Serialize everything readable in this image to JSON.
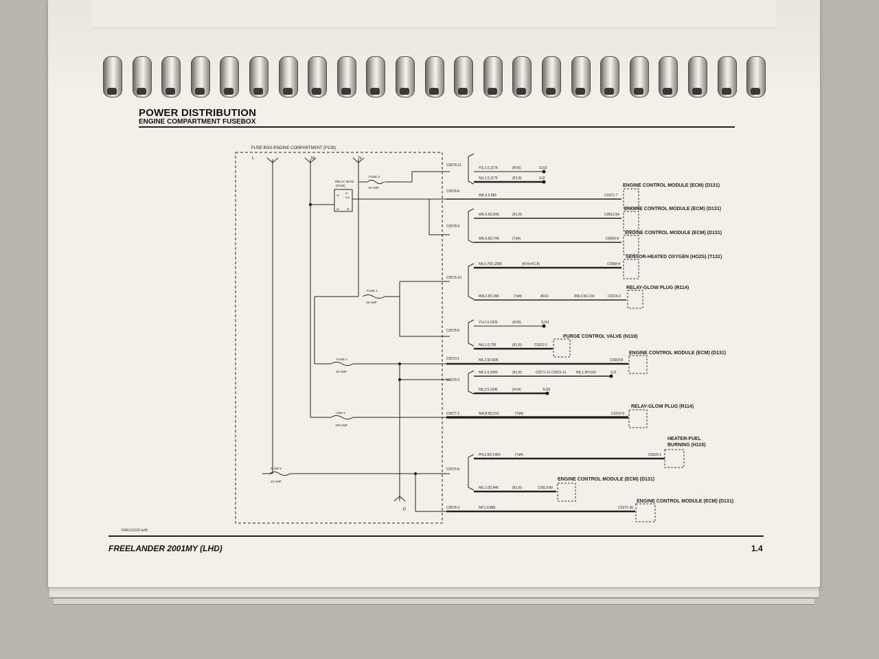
{
  "document": {
    "title": "POWER DISTRIBUTION",
    "subtitle": "ENGINE COMPARTMENT FUSEBOX",
    "footer_left": "FREELANDER 2001MY (LHD)",
    "footer_right": "1.4",
    "doc_ref": "VWR111530-4of5"
  },
  "fusebox": {
    "label": "FUSE BOX-ENGINE COMPARTMENT (P108)",
    "terminals": [
      "L",
      "M",
      "N",
      "P"
    ],
    "relay_name": "RELAY MAIN",
    "relay_id": "(R100)",
    "relay_pins": [
      "30",
      "87",
      "87A",
      "86",
      "85"
    ],
    "fuses": [
      {
        "name": "FUSE 3",
        "rating": "15 AMP"
      },
      {
        "name": "FUSE 1",
        "rating": "15 AMP"
      },
      {
        "name": "FUSE 2",
        "rating": "20 AMP"
      },
      {
        "name": "LINK 6",
        "rating": "100 AMP"
      },
      {
        "name": "FUSE 5",
        "rating": "20 AMP"
      }
    ]
  },
  "connectors": [
    "C0578-11",
    "C0578-8",
    "C0578-9",
    "C0576-10",
    "C0578-5",
    "C0570-1",
    "C0578-2",
    "C0577-1",
    "C0576-6",
    "C0578-3"
  ],
  "wires": [
    {
      "spec": "YG,1.5,1175",
      "variant": "(KV6)",
      "dest": "SJ13"
    },
    {
      "spec": "NU,1.5,1175",
      "variant": "(K1.8)",
      "dest": "SJ2"
    },
    {
      "spec": "WK,0.5,885",
      "variant": "",
      "dest": "C0371-7"
    },
    {
      "spec": "WK,0.5D,845",
      "variant": "(K1.8)",
      "dest": "C0913-54"
    },
    {
      "spec": "WK,0.5D,745",
      "variant": "(Td4)",
      "dest": "C0603-9"
    },
    {
      "spec": "NK,0.75D,2955",
      "variant": "(KV6+K1.8)",
      "dest": "C0908-4"
    },
    {
      "spec": "RW,2.5D,395",
      "variant": "(Td4)",
      "dest": "C0215-2",
      "mid": "A610",
      "spec2": "RW,2.5D,150"
    },
    {
      "spec": "YU,1.0,1625",
      "variant": "(KV6)",
      "dest": "SJ14"
    },
    {
      "spec": "NU,1.0,735",
      "variant": "(K1.8)",
      "dest": "C0152-1"
    },
    {
      "spec": "NK,2.5D,835",
      "variant": "",
      "dest": "C0603-8"
    },
    {
      "spec": "NK,1.5,1065",
      "variant": "(K1.8)",
      "dest": "SJ1",
      "mid": "C0171-11 C0521-11",
      "spec2": "NK,1.0H,100"
    },
    {
      "spec": "NK,2.5,1045",
      "variant": "(KV6)",
      "dest": "SJ15"
    },
    {
      "spec": "NW,8.0D,515",
      "variant": "(Td4)",
      "dest": "C0215-5"
    },
    {
      "spec": "PN,1.5D,1460",
      "variant": "(Td4)",
      "dest": "C0926-1"
    },
    {
      "spec": "NG,1.0D,845",
      "variant": "(K1.8)",
      "dest": "C0913-80"
    },
    {
      "spec": "NP,1.0,885",
      "variant": "",
      "dest": "C0371-30"
    }
  ],
  "components": [
    "ENGINE CONTROL MODULE (ECM) (D131)",
    "ENGINE CONTROL MODULE (ECM) (D131)",
    "ENGINE CONTROL MODULE (ECM) (D131)",
    "SENSOR-HEATED OXYGEN (HO2S) (T131)",
    "RELAY-GLOW PLUG (R114)",
    "PURGE CONTROL VALVE (N119)",
    "ENGINE CONTROL MODULE (ECM) (D131)",
    "RELAY-GLOW PLUG (R114)",
    "HEATER-FUEL",
    "BURNING (H115)",
    "ENGINE CONTROL MODULE (ECM) (D131)",
    "ENGINE CONTROL MODULE (ECM) (D131)"
  ]
}
